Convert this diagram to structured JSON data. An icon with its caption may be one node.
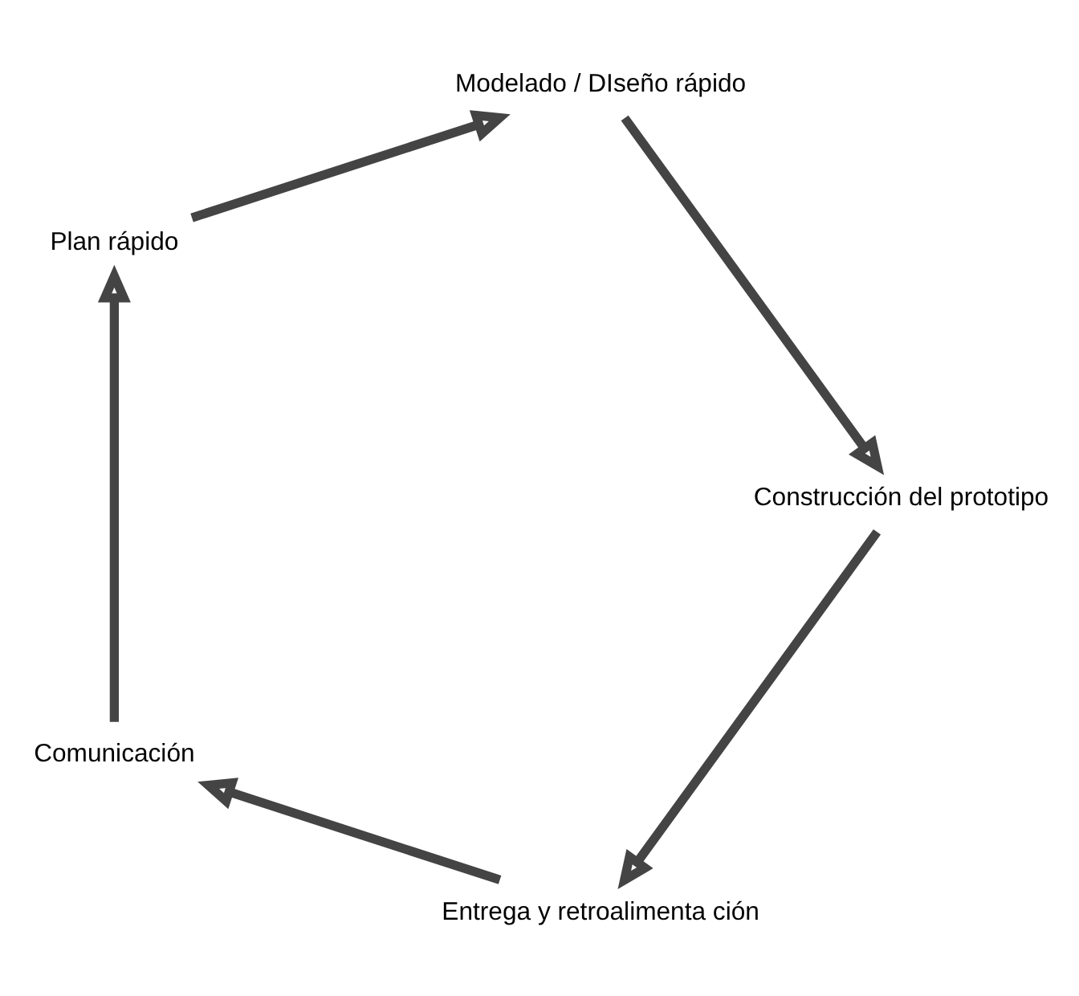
{
  "diagram": {
    "nodes": [
      {
        "text": [
          "Entrega y retroalimenta ción"
        ]
      },
      {
        "text": [
          "Comunicación"
        ]
      },
      {
        "text": [
          "Plan rápido"
        ]
      },
      {
        "text": [
          "Modelado / DIseño rápido"
        ]
      },
      {
        "text": [
          "Construcción del prototipo"
        ]
      }
    ],
    "edges": [
      {
        "from": 0,
        "to": 1,
        "arrow": "to"
      },
      {
        "from": 1,
        "to": 2,
        "arrow": "to"
      },
      {
        "from": 2,
        "to": 3,
        "arrow": "to"
      },
      {
        "from": 3,
        "to": 4,
        "arrow": "to"
      },
      {
        "from": 4,
        "to": 0,
        "arrow": "to"
      }
    ]
  }
}
